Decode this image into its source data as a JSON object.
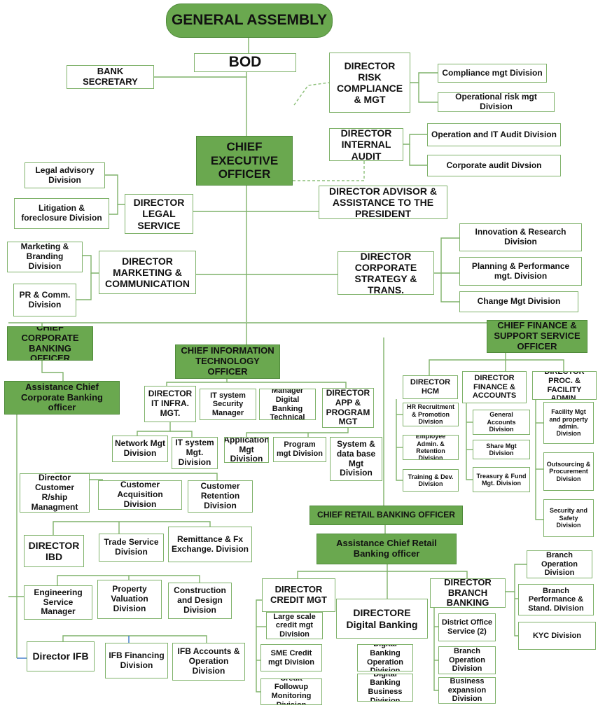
{
  "colors": {
    "box_border": "#7fb26a",
    "green_fill": "#6aa84f",
    "line": "#7fb26a"
  },
  "boxes": {
    "general_assembly": "GENERAL ASSEMBLY",
    "bod": "BOD",
    "bank_secretary": "BANK SECRETARY",
    "director_risk": "DIRECTOR RISK COMPLIANCE & MGT",
    "compliance": "Compliance mgt Division",
    "op_risk": "Operational risk mgt Division",
    "director_audit": "DIRECTOR INTERNAL AUDIT",
    "op_it_audit": "Operation and IT Audit Division",
    "corp_audit": "Corporate audit Divsion",
    "ceo": "CHIEF EXECUTIVE OFFICER",
    "legal_advisory": "Legal advisory Division",
    "litigation": "Litigation & foreclosure Division",
    "director_legal": "DIRECTOR LEGAL SERVICE",
    "director_advisor": "DIRECTOR ADVISOR & ASSISTANCE TO THE PRESIDENT",
    "marketing_branding": "Marketing & Branding Division",
    "pr_comm": "PR & Comm. Division",
    "director_marketing": "DIRECTOR MARKETING & COMMUNICATION",
    "director_strategy": "DIRECTOR CORPORATE STRATEGY & TRANS.",
    "innovation": "Innovation & Research Division",
    "planning": "Planning & Performance mgt. Division",
    "change_mgt": "Change Mgt Division",
    "chief_corporate": "CHIEF CORPORATE BANKING OFFICER",
    "chief_it": "CHIEF INFORMATION TECHNOLOGY OFFICER",
    "chief_finance": "CHIEF FINANCE & SUPPORT SERVICE OFFICER",
    "asst_chief_corporate": "Assistance Chief Corporate Banking officer",
    "director_it_infra": "DIRECTOR IT INFRA. MGT.",
    "it_security": "IT system Security Manager",
    "manager_digital": "Manager Digital Banking Technical",
    "director_app": "DIRECTOR APP & PROGRAM MGT",
    "network_mgt": "Network Mgt Division",
    "it_system_mgt": "IT system Mgt. Division",
    "application_mgt": "Application Mgt Division",
    "program_mgt": "Program mgt Division",
    "system_db": "System & data base Mgt Division",
    "director_hcm": "DIRECTOR HCM",
    "director_finance": "DIRECTOR FINANCE & ACCOUNTS",
    "director_proc": "DIRECTOR PROC. & FACILITY ADMIN.",
    "hr_recruitment": "HR Recruitment & Promotion Division",
    "employee_admin": "Employee Admin. & Retention Division",
    "training": "Training & Dev. Division",
    "general_accounts": "General Accounts Division",
    "share_mgt": "Share Mgt Division",
    "treasury": "Treasury & Fund Mgt. Division",
    "facility_mgt": "Facility Mgt and property admin. Division",
    "outsourcing": "Outsourcing & Procurement Division",
    "security_safety": "Security and Safety Division",
    "director_customer": "Director Customer R/ship Managment",
    "customer_acquisition": "Customer Acquisition Division",
    "customer_retention": "Customer Retention Division",
    "director_ibd": "DIRECTOR IBD",
    "trade_service": "Trade Service Division",
    "remittance": "Remittance & Fx Exchange. Division",
    "engineering": "Engineering Service Manager",
    "property_valuation": "Property Valuation Division",
    "construction": "Construction and Design Division",
    "director_ifb": "Director IFB",
    "ifb_financing": "IFB Financing Division",
    "ifb_accounts": "IFB Accounts & Operation Division",
    "chief_retail": "CHIEF RETAIL BANKING OFFICER",
    "asst_chief_retail": "Assistance Chief Retail Banking officer",
    "director_credit": "DIRECTOR CREDIT MGT",
    "director_digital": "DIRECTORE Digital Banking",
    "director_branch": "DIRECTOR BRANCH BANKING",
    "large_credit": "Large scale credit mgt Division",
    "sme_credit": "SME Credit mgt Division",
    "credit_followup": "Credit Followup Monitoring Division",
    "digital_operation": "Digital Banking Operation Division",
    "digital_business": "Digital Banking Business Division",
    "district_office": "District Office Service (2)",
    "branch_operation_left": "Branch Operation Division",
    "business_expansion": "Business expansion Division",
    "branch_operation_right": "Branch Operation Division",
    "branch_performance": "Branch Performance & Stand. Division",
    "kyc": "KYC Division"
  }
}
